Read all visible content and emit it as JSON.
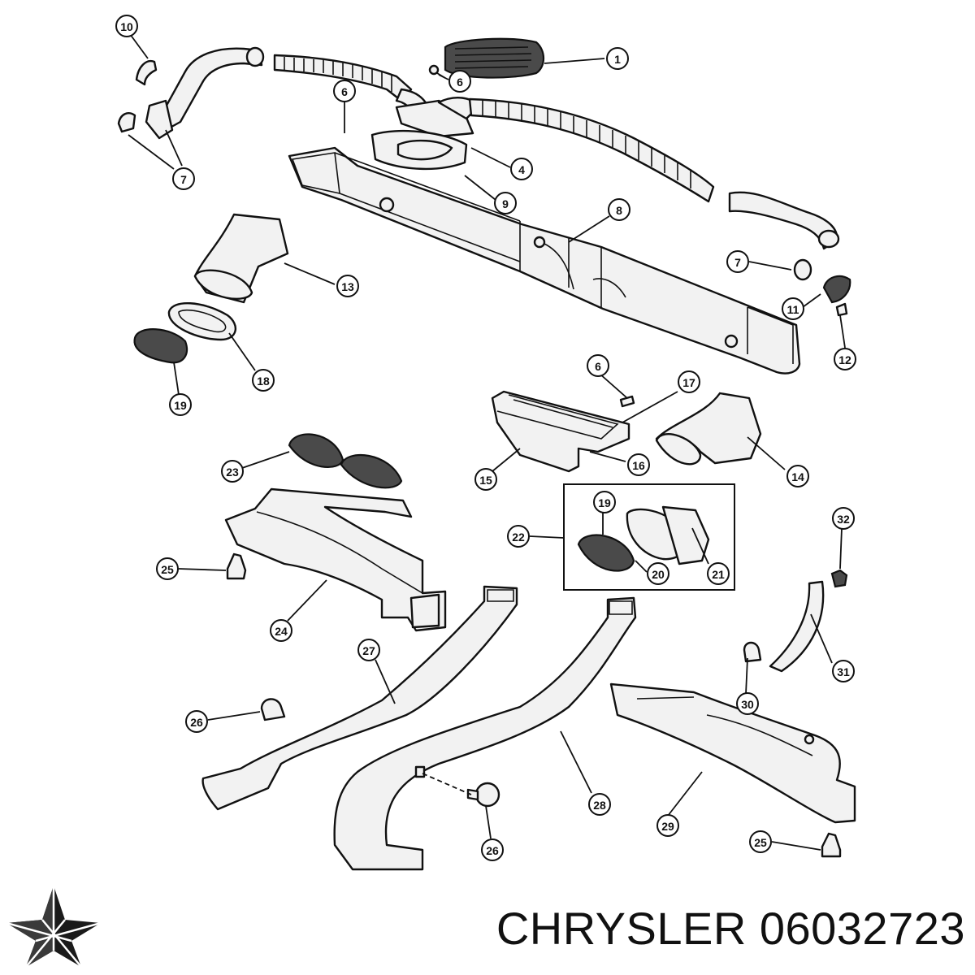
{
  "brand_name": "CHRYSLER",
  "part_number": "06032723",
  "logo_icon": "chrysler-pentastar-icon",
  "callouts": [
    {
      "label": "10"
    },
    {
      "label": "1"
    },
    {
      "label": "6"
    },
    {
      "label": "6"
    },
    {
      "label": "7"
    },
    {
      "label": "4"
    },
    {
      "label": "9"
    },
    {
      "label": "8"
    },
    {
      "label": "7"
    },
    {
      "label": "13"
    },
    {
      "label": "11"
    },
    {
      "label": "12"
    },
    {
      "label": "18"
    },
    {
      "label": "19"
    },
    {
      "label": "6"
    },
    {
      "label": "17"
    },
    {
      "label": "23"
    },
    {
      "label": "16"
    },
    {
      "label": "15"
    },
    {
      "label": "14"
    },
    {
      "label": "19"
    },
    {
      "label": "22"
    },
    {
      "label": "32"
    },
    {
      "label": "25"
    },
    {
      "label": "20"
    },
    {
      "label": "21"
    },
    {
      "label": "24"
    },
    {
      "label": "27"
    },
    {
      "label": "31"
    },
    {
      "label": "30"
    },
    {
      "label": "26"
    },
    {
      "label": "28"
    },
    {
      "label": "29"
    },
    {
      "label": "26"
    },
    {
      "label": "25"
    }
  ]
}
